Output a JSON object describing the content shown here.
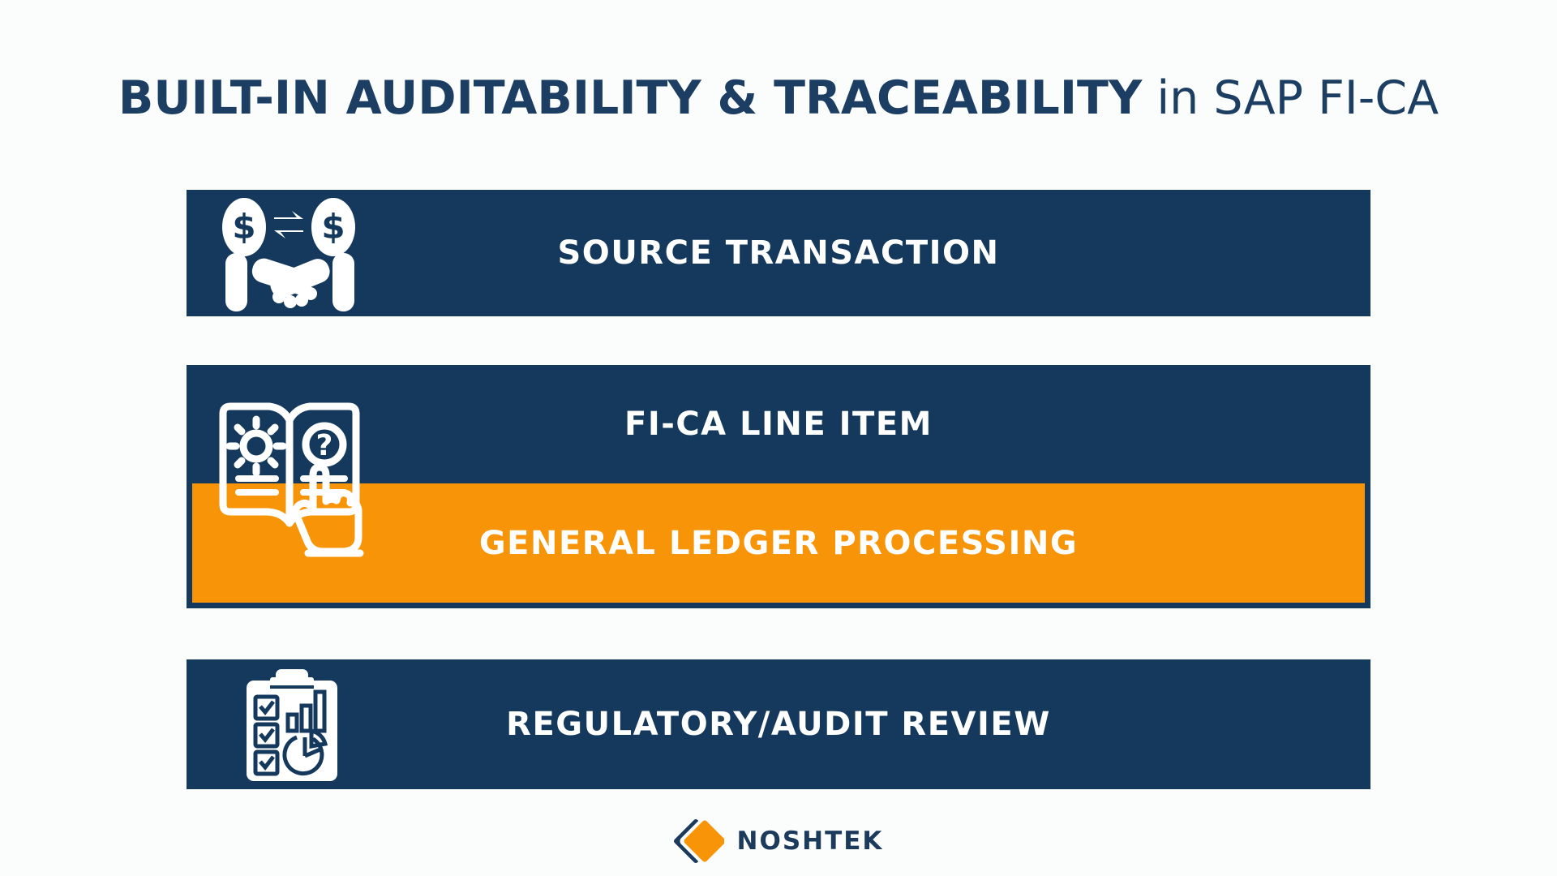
{
  "title": {
    "bold": "BUILT-IN AUDITABILITY & TRACEABILITY",
    "regular": " in SAP FI-CA"
  },
  "flow": {
    "steps": [
      {
        "label": "SOURCE TRANSACTION",
        "icon": "money-exchange-handshake-icon",
        "variant": "navy"
      },
      {
        "label": "FI-CA LINE ITEM",
        "icon": "audit-book-pointer-icon",
        "variant": "navy"
      },
      {
        "label": "GENERAL LEDGER PROCESSING",
        "icon": "audit-book-pointer-icon",
        "variant": "orange"
      },
      {
        "label": "REGULATORY/AUDIT REVIEW",
        "icon": "clipboard-checklist-icon",
        "variant": "navy"
      }
    ]
  },
  "footer": {
    "brand": "NOSHTEK"
  },
  "colors": {
    "navy": "#14395c",
    "orange": "#f89408",
    "title_navy": "#1c3e63",
    "label_white": "#ffffff",
    "background": "#fbfdfd",
    "brand_navy": "#1b3a5c"
  }
}
